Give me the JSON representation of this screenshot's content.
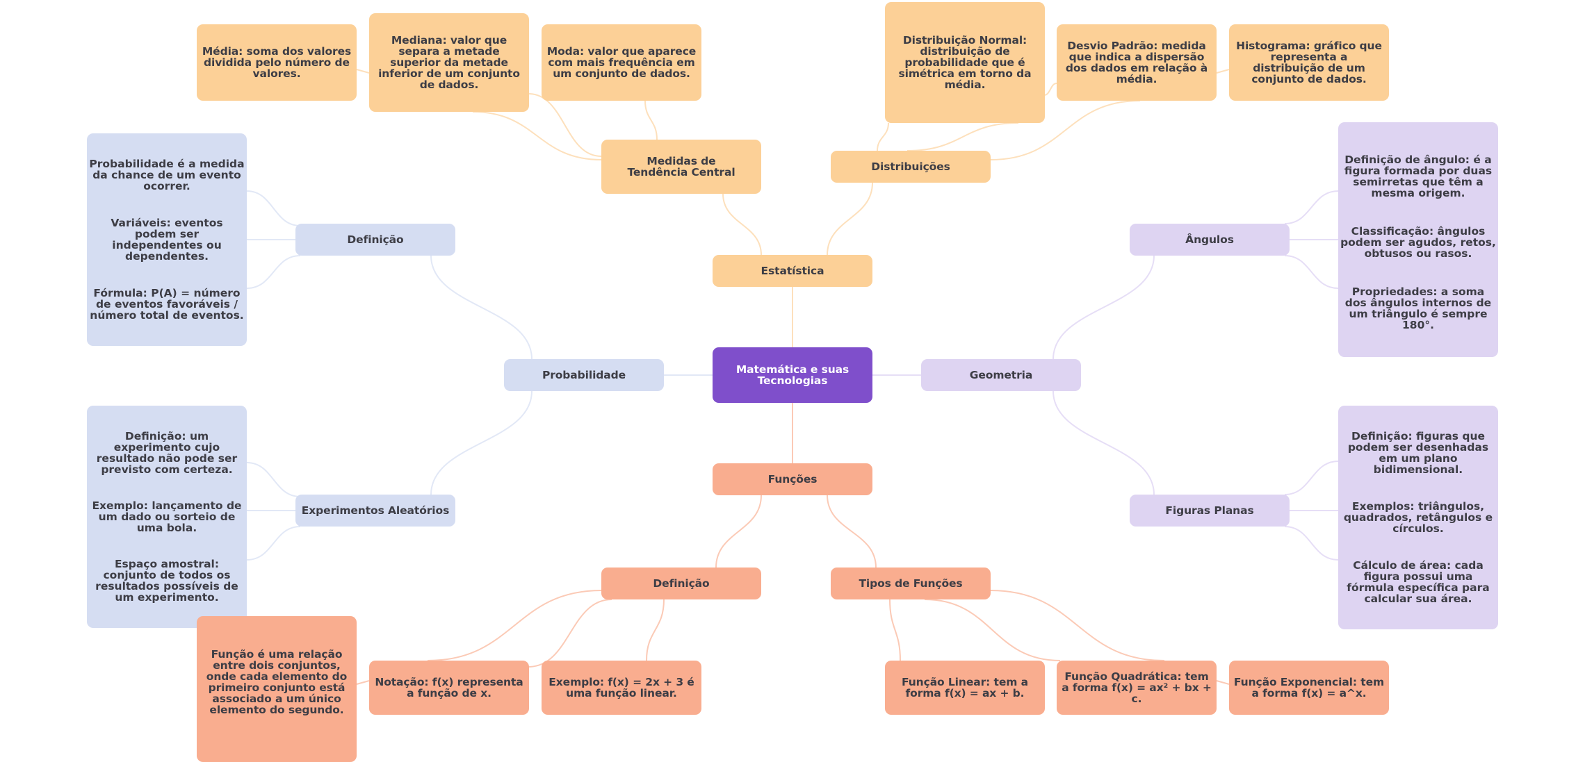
{
  "root": {
    "label": "Matemática e suas Tecnologias"
  },
  "colors": {
    "root": "#7f4fcb",
    "estatistica": "#fcd097",
    "probabilidade": "#d5ddf2",
    "geometria": "#ded4f2",
    "funcoes": "#f9ad8f",
    "text": "#3d3d45",
    "link_estatistica": "#fde0bc",
    "link_probabilidade": "#e2e8f6",
    "link_geometria": "#e6def6",
    "link_funcoes": "#fbcab6"
  },
  "branches": {
    "estatistica": {
      "label": "Estatística",
      "children": [
        {
          "label": "Medidas de Tendência Central",
          "items": [
            "Média: soma dos valores dividida pelo número de valores.",
            "Mediana: valor que separa a metade superior da metade inferior de um conjunto de dados.",
            "Moda: valor que aparece com mais frequência em um conjunto de dados."
          ]
        },
        {
          "label": "Distribuições",
          "items": [
            "Distribuição Normal: distribuição de probabilidade que é simétrica em torno da média.",
            "Desvio Padrão: medida que indica a dispersão dos dados em relação à média.",
            "Histograma: gráfico que representa a distribuição de um conjunto de dados."
          ]
        }
      ]
    },
    "probabilidade": {
      "label": "Probabilidade",
      "children": [
        {
          "label": "Definição",
          "items": [
            "Probabilidade é a medida da chance de um evento ocorrer.",
            "Variáveis: eventos podem ser independentes ou dependentes.",
            "Fórmula: P(A) = número de eventos favoráveis / número total de eventos."
          ]
        },
        {
          "label": "Experimentos Aleatórios",
          "items": [
            "Definição: um experimento cujo resultado não pode ser previsto com certeza.",
            "Exemplo: lançamento de um dado ou sorteio de uma bola.",
            "Espaço amostral: conjunto de todos os resultados possíveis de um experimento."
          ]
        }
      ]
    },
    "geometria": {
      "label": "Geometria",
      "children": [
        {
          "label": "Ângulos",
          "items": [
            "Definição de ângulo: é a figura formada por duas semirretas que têm a mesma origem.",
            "Classificação: ângulos podem ser agudos, retos, obtusos ou rasos.",
            "Propriedades: a soma dos ângulos internos de um triângulo é sempre 180°."
          ]
        },
        {
          "label": "Figuras Planas",
          "items": [
            "Definição: figuras que podem ser desenhadas em um plano bidimensional.",
            "Exemplos: triângulos, quadrados, retângulos e círculos.",
            "Cálculo de área: cada figura possui uma fórmula específica para calcular sua área."
          ]
        }
      ]
    },
    "funcoes": {
      "label": "Funções",
      "children": [
        {
          "label": "Definição",
          "items": [
            "Função é uma relação entre dois conjuntos, onde cada elemento do primeiro conjunto está associado a um único elemento do segundo.",
            "Notação: f(x) representa a função de x.",
            "Exemplo: f(x) = 2x + 3 é uma função linear."
          ]
        },
        {
          "label": "Tipos de Funções",
          "items": [
            "Função Linear: tem a forma f(x) = ax + b.",
            "Função Quadrática: tem a forma f(x) = ax² + bx + c.",
            "Função Exponencial: tem a forma f(x) = a^x."
          ]
        }
      ]
    }
  }
}
